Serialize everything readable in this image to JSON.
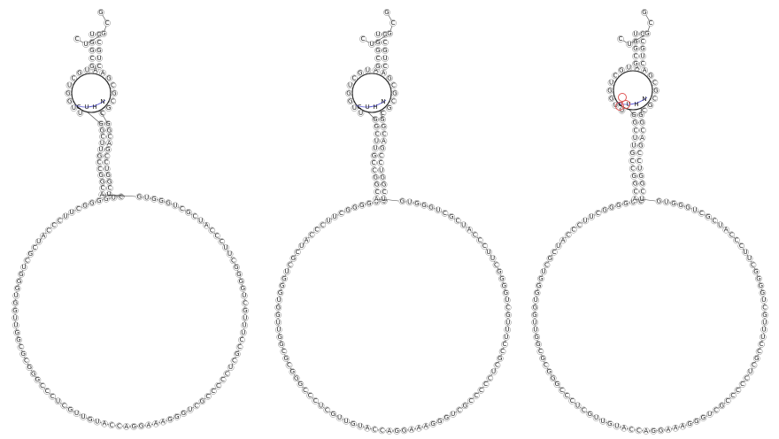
{
  "colors": {
    "background": "#ffffff",
    "nucleotide": "#1a1a1a",
    "backbone": "#444444",
    "interaction": "#5b5bd6",
    "highlight": "#e05555"
  },
  "panels": [
    {
      "ring_sequence": "GUGGGUCGCUACCCUUCGGGGUCGUUUCCGCUCCCCCGCUGGGAAAGGACCAUGUUGCUCCCGGGCGCGGUUG",
      "stem_left": "GGCUUGCC",
      "stem_right": "GGCAGCCU",
      "hairpin_loop": "UUGGUCGUAAGCGCGC",
      "tail": "CUGCG",
      "interaction_labels": [
        "C",
        "U",
        "H",
        "N"
      ],
      "highlight": false
    },
    {
      "ring_sequence": "GUGGGUCGCUACCCUUCGGGGUCGUUUCCGCUCCCCCGCUGGGAAAGGACCAUGUUGCUCCCGGGCGCGGUUG",
      "stem_left": "GGCUUGCC",
      "stem_right": "GGCAGCCU",
      "hairpin_loop": "UUGGUCGUAAGCGCGC",
      "tail": "CUGCG",
      "interaction_labels": [
        "C",
        "U",
        "H",
        "N"
      ],
      "highlight": false
    },
    {
      "ring_sequence": "GUGGGUCGCUACCCUUCGGGGUCGUUUCCGCUCCCCCGCUGGGAAAGGACCAUGUUGCUCCCGGGCGCGGUUG",
      "stem_left": "GGCUUGCC",
      "stem_right": "GGCAGCCU",
      "hairpin_loop": "UUGGUCGUAAGCGCGC",
      "tail": "CUGCG",
      "interaction_labels": [
        "C",
        "U",
        "H",
        "N"
      ],
      "highlight": true
    }
  ]
}
